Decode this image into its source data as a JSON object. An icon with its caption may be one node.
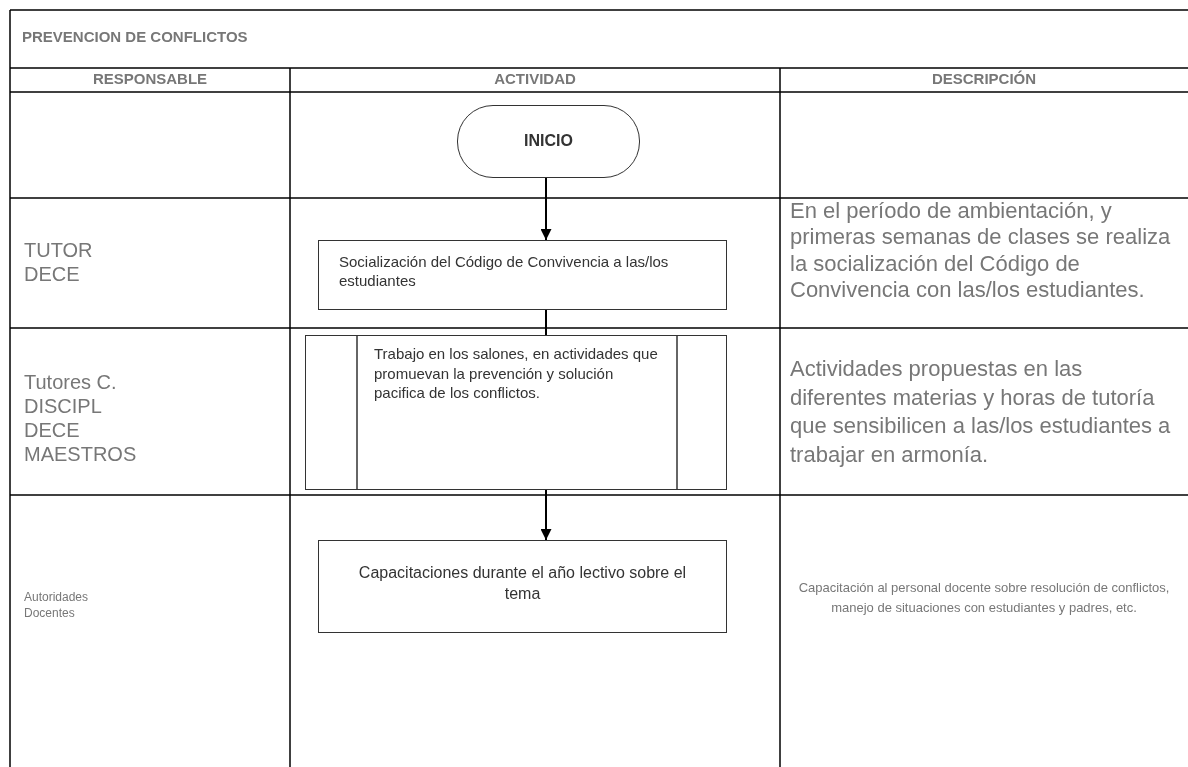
{
  "diagram": {
    "title": "PREVENCION DE CONFLICTOS",
    "nodes": [
      {
        "text": [
          "INICIO"
        ]
      },
      {
        "text": [
          "Socialización del Código de Convivencia a las/los estudiantes"
        ]
      },
      {
        "text": [
          "Trabajo en los salones, en actividades que promuevan la prevención y solución pacifica de los conflictos."
        ]
      },
      {
        "text": [
          "Capacitaciones durante el año lectivo sobre el tema"
        ]
      }
    ],
    "edges": [
      {
        "from": 0,
        "to": 1,
        "arrow": "to"
      },
      {
        "from": 1,
        "to": 2,
        "arrow": "none"
      },
      {
        "from": 2,
        "to": 3,
        "arrow": "to"
      }
    ],
    "labels": [
      "RESPONSABLE",
      "ACTIVIDAD",
      "DESCRIPCIÓN",
      "TUTOR DECE",
      "En el período de ambientación, y primeras semanas de clases se realiza la socialización del Código de Convivencia con las/los estudiantes.",
      "Tutores C. DISCIPL DECE MAESTROS",
      "Actividades propuestas en las diferentes materias y horas de tutoría que sensibilicen a las/los estudiantes a trabajar en armonía.",
      "Autoridades Docentes",
      "Capacitación al personal docente sobre resolución de conflictos, manejo de situaciones con estudiantes y padres, etc."
    ]
  }
}
